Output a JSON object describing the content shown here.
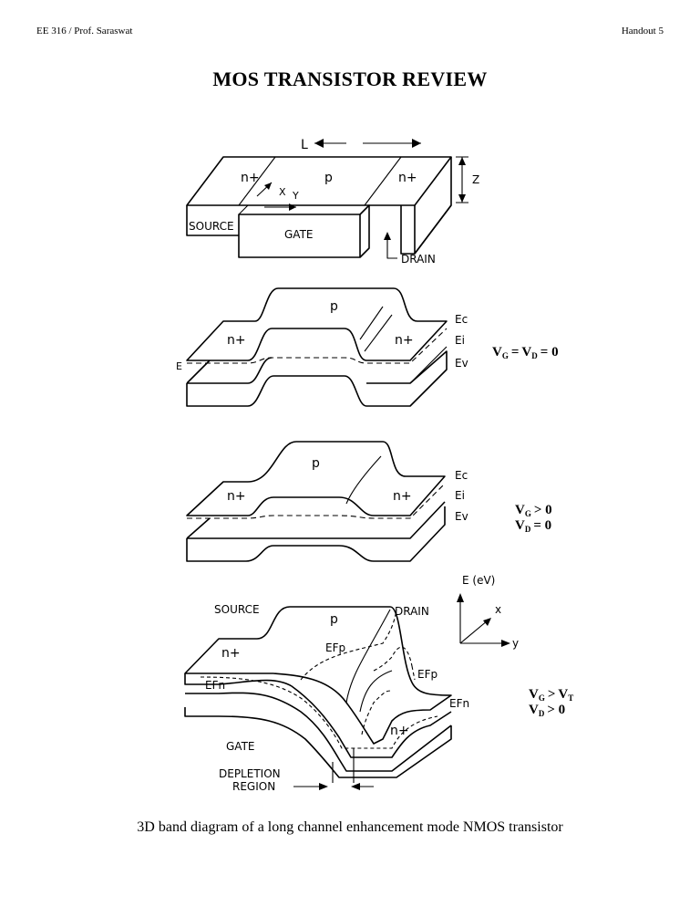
{
  "header": {
    "left": "EE 316 / Prof. Saraswat",
    "right": "Handout 5"
  },
  "title": "MOS TRANSISTOR REVIEW",
  "caption": "3D band diagram of a long channel enhancement mode NMOS transistor",
  "device": {
    "length_label": "L",
    "width_label": "Z",
    "x_axis": "X",
    "y_axis": "Y",
    "source_region": "n+",
    "channel_region": "p",
    "drain_region": "n+",
    "source": "SOURCE",
    "gate": "GATE",
    "drain": "DRAIN"
  },
  "panel1": {
    "p": "p",
    "n_left": "n+",
    "n_right": "n+",
    "ec": "Ec",
    "ei": "Ei",
    "ev": "Ev",
    "stray_left": "E",
    "cond1": {
      "v1": "V",
      "s1": "G",
      "op": "=",
      "v2": "V",
      "s2": "D",
      "rest": "= 0"
    }
  },
  "panel2": {
    "p": "p",
    "n_left": "n+",
    "n_right": "n+",
    "ec": "Ec",
    "ei": "Ei",
    "ev": "Ev",
    "cond_a": {
      "v": "V",
      "s": "G",
      "rest": "> 0"
    },
    "cond_b": {
      "v": "V",
      "s": "D",
      "rest": "= 0"
    }
  },
  "panel3": {
    "axis_e": "E (eV)",
    "axis_x": "x",
    "axis_y": "y",
    "source": "SOURCE",
    "drain": "DRAIN",
    "p": "p",
    "n_left": "n+",
    "n_right": "n+",
    "efp": "EFp",
    "efp_right": "EFp",
    "efn": "EFn",
    "efn_right": "EFn",
    "gate": "GATE",
    "depletion_1": "DEPLETION",
    "depletion_2": "REGION",
    "cond_a": {
      "v": "V",
      "s": "G",
      "op": ">",
      "v2": "V",
      "s2": "T"
    },
    "cond_b": {
      "v": "V",
      "s": "D",
      "rest": "> 0"
    }
  }
}
